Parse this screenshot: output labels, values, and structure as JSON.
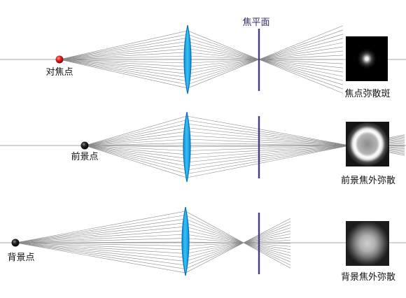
{
  "labels": {
    "focal_plane": "焦平面",
    "row1_point": "对焦点",
    "row1_result": "焦点弥散斑",
    "row2_point": "前景点",
    "row2_result": "前景焦外弥散",
    "row3_point": "背景点",
    "row3_result": "背景焦外弥散"
  },
  "colors": {
    "lens_fill": "#1ea7e8",
    "lens_stroke": "#0b6fb8",
    "focal_plane": "#4b3a82",
    "axis": "#aaaaaa",
    "ray": "#8a8a8a",
    "point_in_focus": "#d11a1a",
    "point_dark": "#111111",
    "spot_bg": "#000000"
  },
  "icons": {
    "row1_spot": "sharp-point-spot-icon",
    "row2_spot": "bright-ring-bokeh-icon",
    "row3_spot": "soft-disc-bokeh-icon"
  }
}
